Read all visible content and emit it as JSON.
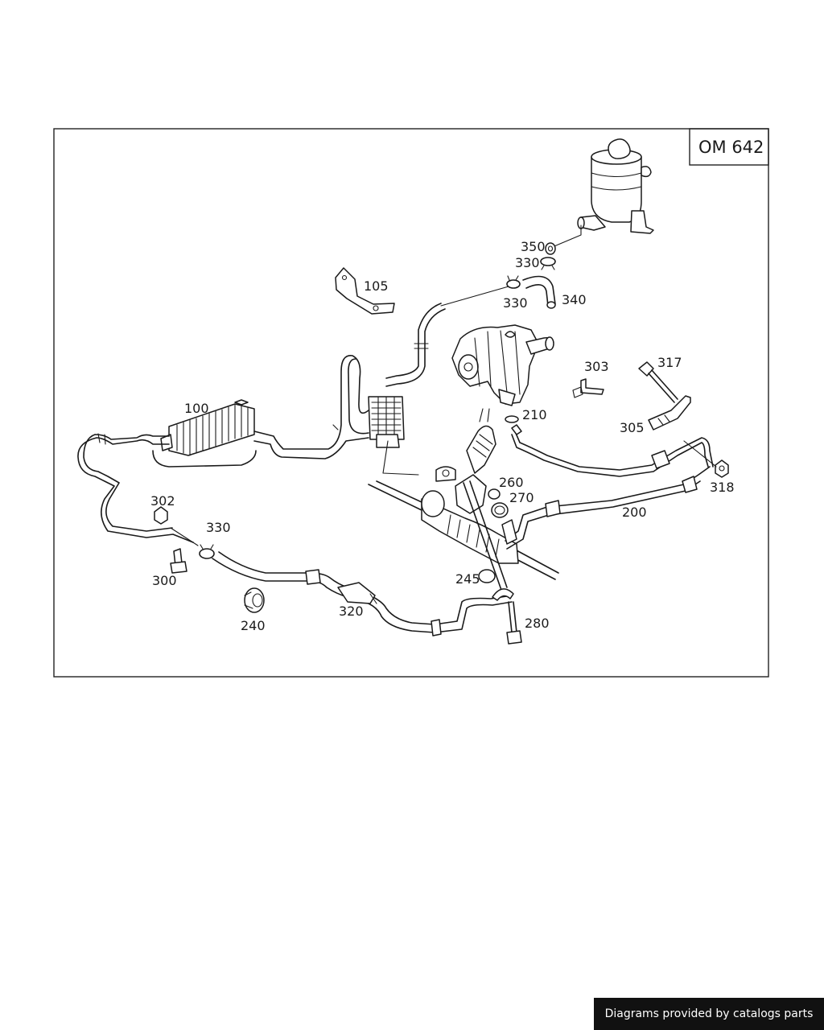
{
  "model_code": "OM 642",
  "footer_text": "Diagrams provided by catalogs parts",
  "callouts": {
    "c100": "100",
    "c105": "105",
    "c200": "200",
    "c210": "210",
    "c240": "240",
    "c245": "245",
    "c260": "260",
    "c270": "270",
    "c280": "280",
    "c300": "300",
    "c302": "302",
    "c303": "303",
    "c305": "305",
    "c317": "317",
    "c318": "318",
    "c320": "320",
    "c330a": "330",
    "c330b": "330",
    "c330c": "330",
    "c340": "340",
    "c350": "350"
  }
}
